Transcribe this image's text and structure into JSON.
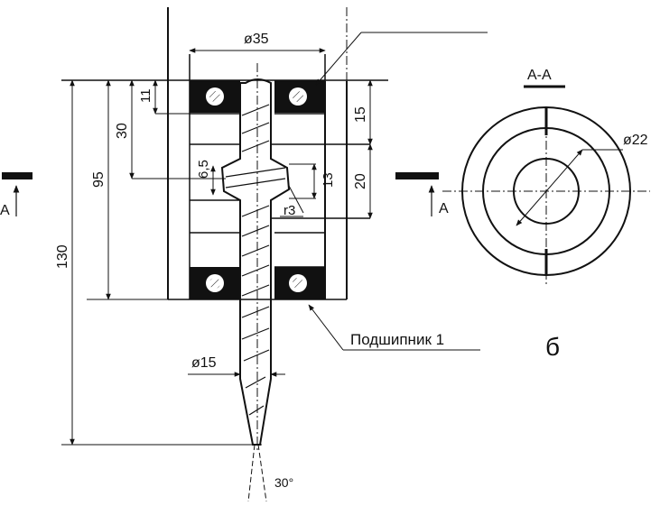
{
  "drawing": {
    "dimensions": {
      "d35": "ø35",
      "d15": "ø15",
      "d22": "ø22",
      "len130": "130",
      "len95": "95",
      "len30": "30",
      "len11": "11",
      "len6_5": "6,5",
      "len15": "15",
      "len20": "20",
      "len13": "13",
      "r3": "r3",
      "angle30": "30°"
    },
    "labels": {
      "bearing": "Подшипник 1",
      "section_title": "А-А",
      "section_mark_left": "А",
      "section_mark_right": "А",
      "figure_letter": "б"
    }
  }
}
